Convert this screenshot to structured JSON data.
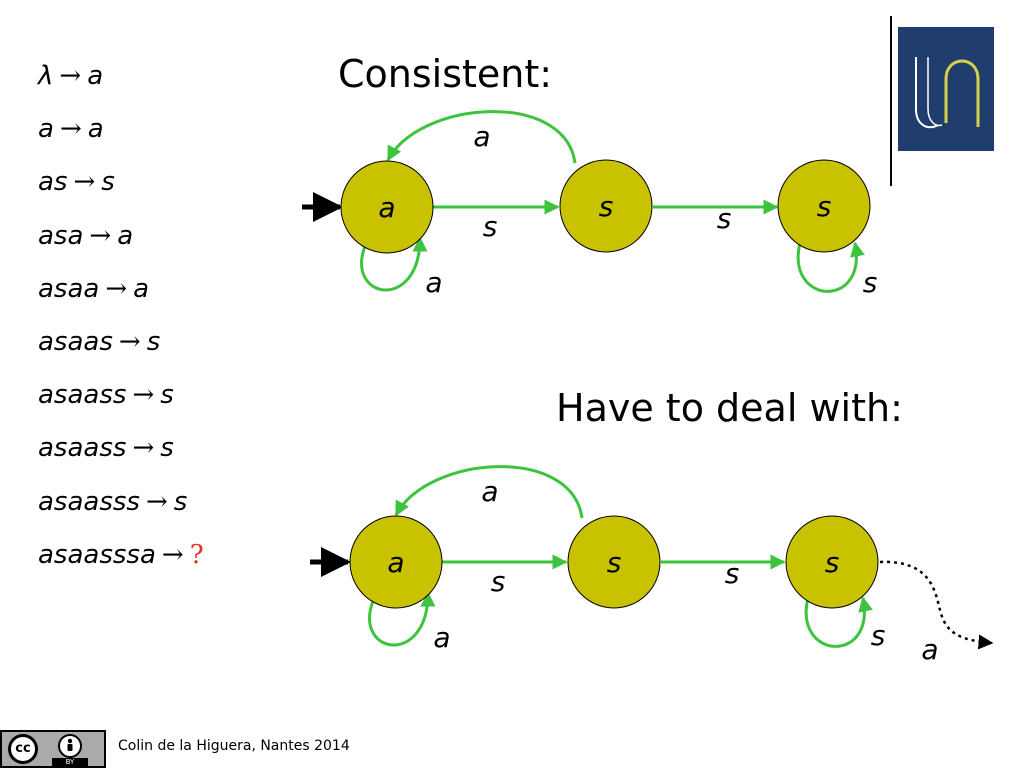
{
  "rules": [
    {
      "input": "λ",
      "arrow": "→",
      "output": "a"
    },
    {
      "input": "a",
      "arrow": "→",
      "output": "a"
    },
    {
      "input": "as",
      "arrow": "→",
      "output": "s"
    },
    {
      "input": "asa",
      "arrow": "→",
      "output": "a"
    },
    {
      "input": "asaa",
      "arrow": "→",
      "output": "a"
    },
    {
      "input": "asaas",
      "arrow": "→",
      "output": "s"
    },
    {
      "input": "asaass",
      "arrow": "→",
      "output": "s"
    },
    {
      "input": "asaass",
      "arrow": "→",
      "output": "s"
    },
    {
      "input": "asaasss",
      "arrow": "→",
      "output": "s"
    },
    {
      "input": "asaasssa",
      "arrow": "→",
      "output": "?"
    }
  ],
  "headings": {
    "consistent": "Consistent:",
    "deal": "Have to deal with:"
  },
  "diagram_top": {
    "states": [
      "a",
      "s",
      "s"
    ],
    "edge_labels": {
      "back_arc": "a",
      "a_to_s": "s",
      "s_to_s": "s",
      "loop_a": "a",
      "loop_s": "s"
    }
  },
  "diagram_bottom": {
    "states": [
      "a",
      "s",
      "s"
    ],
    "edge_labels": {
      "back_arc": "a",
      "a_to_s": "s",
      "s_to_s": "s",
      "loop_a": "a",
      "loop_s": "s",
      "pending": "a"
    }
  },
  "footer": {
    "credit": "Colin de la Higuera, Nantes 2014",
    "cc_text": "cc",
    "by_text": "BY"
  },
  "colors": {
    "state_fill": "#c9c200",
    "edge_green": "#3dc33d",
    "question_red": "#e0301e",
    "logo_blue": "#1f3e6e",
    "logo_gold": "#d8d04a"
  }
}
